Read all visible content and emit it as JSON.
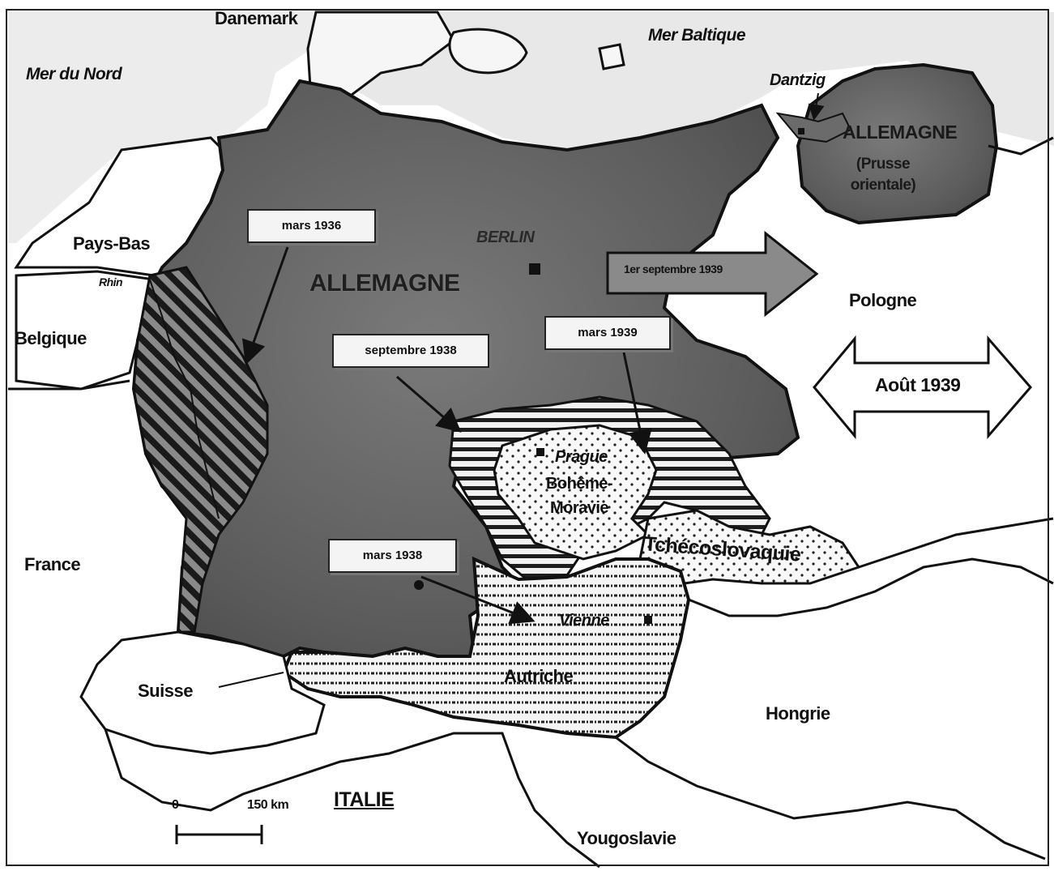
{
  "map": {
    "seas": {
      "north_sea": "Mer du Nord",
      "baltic_sea": "Mer Baltique"
    },
    "countries": {
      "danemark": "Danemark",
      "pays_bas": "Pays-Bas",
      "belgique": "Belgique",
      "france": "France",
      "suisse": "Suisse",
      "italie": "ITALIE",
      "yougoslavie": "Yougoslavie",
      "hongrie": "Hongrie",
      "pologne": "Pologne",
      "allemagne": "ALLEMAGNE",
      "allemagne_prusse": "ALLEMAGNE",
      "prusse_orientale": "(Prusse orientale)",
      "tchecoslovaquie": "Tchécoslovaquie",
      "autriche": "Autriche",
      "boheme_moravie": "Bohême-Moravie"
    },
    "cities": {
      "berlin": "BERLIN",
      "prague": "Prague",
      "vienne": "Vienne",
      "dantzig": "Dantzig"
    },
    "rivers": {
      "rhin": "Rhin"
    },
    "events": {
      "mars_1936": "mars 1936",
      "septembre_1938": "septembre 1938",
      "mars_1938": "mars 1938",
      "mars_1939": "mars 1939",
      "septembre_1939": "1er septembre 1939",
      "aout_1939": "Août 1939"
    },
    "scale": {
      "zero": "0",
      "distance": "150 km"
    },
    "colors": {
      "germany_fill": "#6b6b6b",
      "land_fill": "#ffffff",
      "sea_fill": "#e6e6e6",
      "border": "#111111"
    }
  }
}
